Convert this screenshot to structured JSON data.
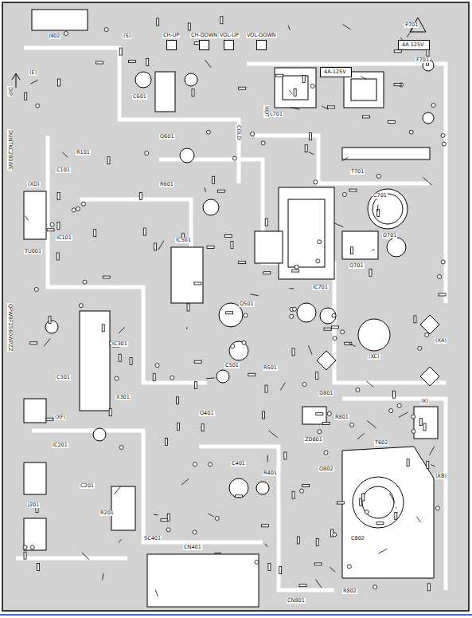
{
  "diagram": {
    "nodes": [
      {
        "text": [
          "CH-UP"
        ]
      },
      {
        "text": [
          "CH-DOWN"
        ]
      },
      {
        "text": [
          "VOL-UP"
        ]
      },
      {
        "text": [
          "VOL-DOWN"
        ]
      },
      {
        "text": [
          "4A-125V"
        ]
      },
      {
        "text": [
          "4A 125V"
        ]
      }
    ],
    "labels": [
      "DIP",
      "DUNTKC280WE",
      "QPWBF2560WPZZ",
      "(E)",
      "J902",
      "(S)",
      "P701",
      "F701",
      "HOT",
      "COLD",
      "L701",
      "T701",
      "C701",
      "D701",
      "IC701",
      "Q701",
      "(XC)",
      "T602",
      "(XB)",
      "(K)",
      "(XA)",
      "IC501",
      "Q501",
      "C501",
      "R501",
      "Q401",
      "C401",
      "R401",
      "IC301",
      "X301",
      "C301",
      "(XF)",
      "(XD)",
      "IC101",
      "C101",
      "R101",
      "TU001",
      "Q601",
      "C601",
      "R601",
      "IC201",
      "C201",
      "R201",
      "J201",
      "CN401",
      "SC401",
      "D801",
      "R801",
      "ZD801",
      "Q802",
      "C802",
      "R802",
      "CN801"
    ]
  }
}
